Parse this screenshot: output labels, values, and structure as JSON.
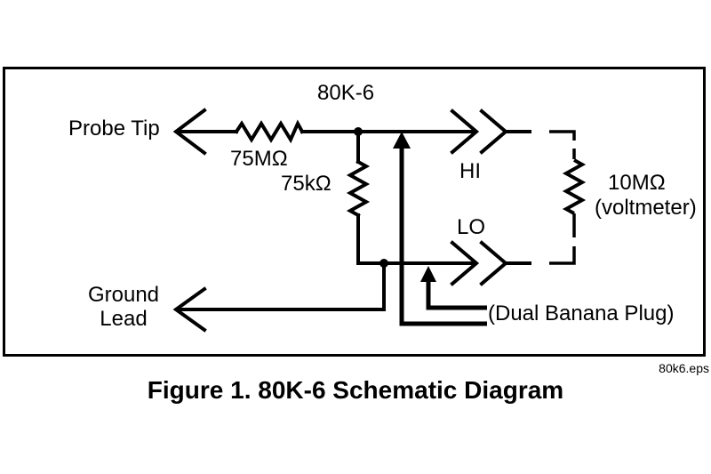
{
  "figure": {
    "caption": "Figure 1. 80K-6 Schematic Diagram",
    "filename": "80k6.eps"
  },
  "schematic": {
    "title": "80K-6",
    "terminals": {
      "probe_tip": "Probe Tip",
      "ground_lead": [
        "Ground",
        "Lead"
      ],
      "hi": "HI",
      "lo": "LO"
    },
    "components": {
      "series_resistor": "75MΩ",
      "shunt_resistor": "75kΩ",
      "voltmeter_resistance": "10MΩ",
      "voltmeter_label": "(voltmeter)"
    },
    "annotations": {
      "dual_banana_plug": "(Dual Banana Plug)"
    },
    "colors": {
      "line": "#000000",
      "text": "#000000",
      "background": "#ffffff"
    }
  }
}
